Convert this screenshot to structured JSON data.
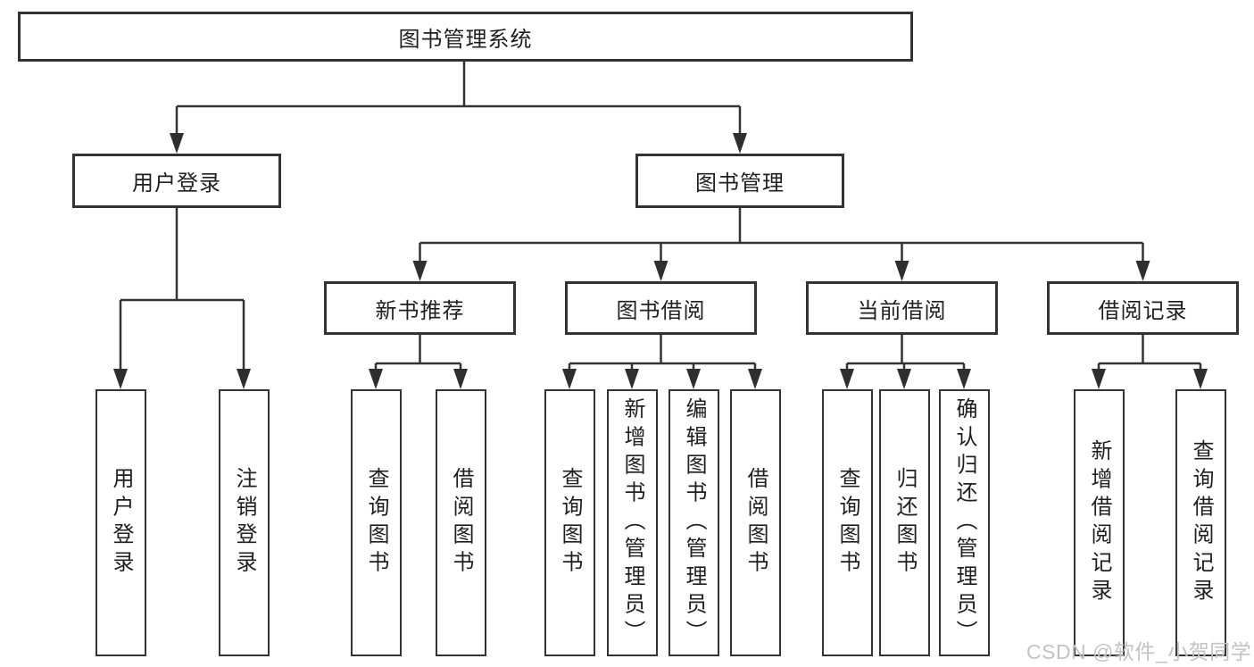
{
  "diagram": {
    "root": {
      "label": "图书管理系统"
    },
    "level2": [
      {
        "label": "用户登录"
      },
      {
        "label": "图书管理"
      }
    ],
    "level3": [
      {
        "label": "新书推荐",
        "parent": "图书管理"
      },
      {
        "label": "图书借阅",
        "parent": "图书管理"
      },
      {
        "label": "当前借阅",
        "parent": "图书管理"
      },
      {
        "label": "借阅记录",
        "parent": "图书管理"
      }
    ],
    "leaves": [
      {
        "label": "用户登录",
        "parent": "用户登录"
      },
      {
        "label": "注销登录",
        "parent": "用户登录"
      },
      {
        "label": "查询图书",
        "parent": "新书推荐"
      },
      {
        "label": "借阅图书",
        "parent": "新书推荐"
      },
      {
        "label": "查询图书",
        "parent": "图书借阅"
      },
      {
        "label": "新增图书（管理员）",
        "parent": "图书借阅"
      },
      {
        "label": "编辑图书（管理员）",
        "parent": "图书借阅"
      },
      {
        "label": "借阅图书",
        "parent": "图书借阅"
      },
      {
        "label": "查询图书",
        "parent": "当前借阅"
      },
      {
        "label": "归还图书",
        "parent": "当前借阅"
      },
      {
        "label": "确认归还（管理员）",
        "parent": "当前借阅"
      },
      {
        "label": "新增借阅记录",
        "parent": "借阅记录"
      },
      {
        "label": "查询借阅记录",
        "parent": "借阅记录"
      }
    ]
  },
  "watermark": {
    "text": "CSDN @软件_小贺同学"
  },
  "colors": {
    "line": "#333333",
    "box_border": "#333333",
    "text": "#1f1f1f",
    "background": "#ffffff",
    "watermark": "#c3c3c3"
  }
}
